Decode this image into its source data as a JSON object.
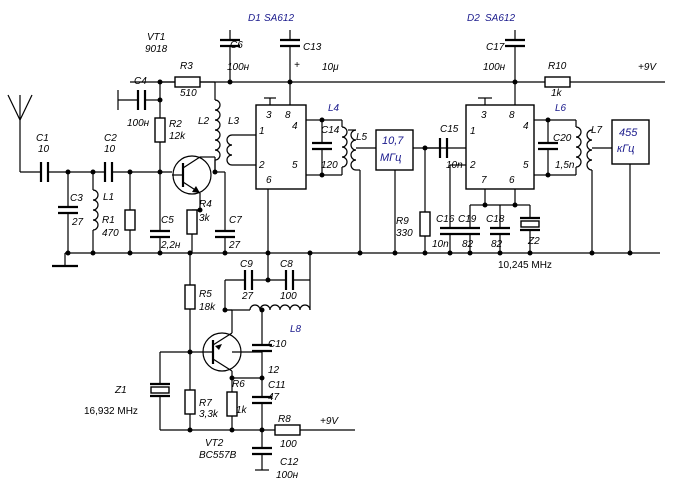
{
  "chips": {
    "d1": {
      "name": "D1",
      "type": "SA612"
    },
    "d2": {
      "name": "D2",
      "type": "SA612"
    },
    "d1_pins": {
      "p3": "3",
      "p8": "8",
      "p1": "1",
      "p4": "4",
      "p2": "2",
      "p5": "5",
      "p6": "6"
    },
    "d2_pins": {
      "p3": "3",
      "p8": "8",
      "p1": "1",
      "p4": "4",
      "p2": "2",
      "p7": "7",
      "p6": "6",
      "p5": "5"
    }
  },
  "filters": {
    "f1": {
      "freq": "10,7",
      "unit": "МГц"
    },
    "f2": {
      "freq": "455",
      "unit": "кГц"
    }
  },
  "supply": {
    "top": "+9V",
    "bottom": "+9V"
  },
  "transistors": {
    "vt1": {
      "name": "VT1",
      "type": "9018"
    },
    "vt2": {
      "name": "VT2",
      "type": "BC557B"
    }
  },
  "crystals": {
    "z1": {
      "name": "Z1",
      "freq": "16,932 MHz"
    },
    "z2": {
      "name": "Z2",
      "freq": "10,245 MHz"
    }
  },
  "capacitors": {
    "c1": {
      "name": "C1",
      "value": "10"
    },
    "c2": {
      "name": "C2",
      "value": "10"
    },
    "c3": {
      "name": "C3",
      "value": "27"
    },
    "c4": {
      "name": "C4",
      "value": "100н"
    },
    "c5": {
      "name": "C5",
      "value": "2,2н"
    },
    "c6": {
      "name": "C6",
      "value": "100н"
    },
    "c7": {
      "name": "C7",
      "value": "27"
    },
    "c8": {
      "name": "C8",
      "value": "100"
    },
    "c9": {
      "name": "C9",
      "value": "27"
    },
    "c10": {
      "name": "C10",
      "value": "12"
    },
    "c11": {
      "name": "C11",
      "value": "47"
    },
    "c12": {
      "name": "C12",
      "value": "100н"
    },
    "c13": {
      "name": "C13",
      "value": "10μ"
    },
    "c14": {
      "name": "C14",
      "value": "120"
    },
    "c15": {
      "name": "C15",
      "value": "10n"
    },
    "c16": {
      "name": "C16",
      "value": "10n"
    },
    "c17": {
      "name": "C17",
      "value": "100н"
    },
    "c18": {
      "name": "C18",
      "value": "82"
    },
    "c19": {
      "name": "C19",
      "value": "82"
    },
    "c20": {
      "name": "C20",
      "value": "1,5n"
    }
  },
  "resistors": {
    "r1": {
      "name": "R1",
      "value": "470"
    },
    "r2": {
      "name": "R2",
      "value": "12k"
    },
    "r3": {
      "name": "R3",
      "value": "510"
    },
    "r4": {
      "name": "R4",
      "value": "3k"
    },
    "r5": {
      "name": "R5",
      "value": "18k"
    },
    "r6": {
      "name": "R6",
      "value": "1k"
    },
    "r7": {
      "name": "R7",
      "value": "3,3k"
    },
    "r8": {
      "name": "R8",
      "value": "100"
    },
    "r9": {
      "name": "R9",
      "value": "330"
    },
    "r10": {
      "name": "R10",
      "value": "1k"
    }
  },
  "inductors": {
    "l1": "L1",
    "l2": "L2",
    "l3": "L3",
    "l4": "L4",
    "l5": "L5",
    "l6": "L6",
    "l7": "L7",
    "l8": "L8"
  },
  "plus_sign": "+"
}
